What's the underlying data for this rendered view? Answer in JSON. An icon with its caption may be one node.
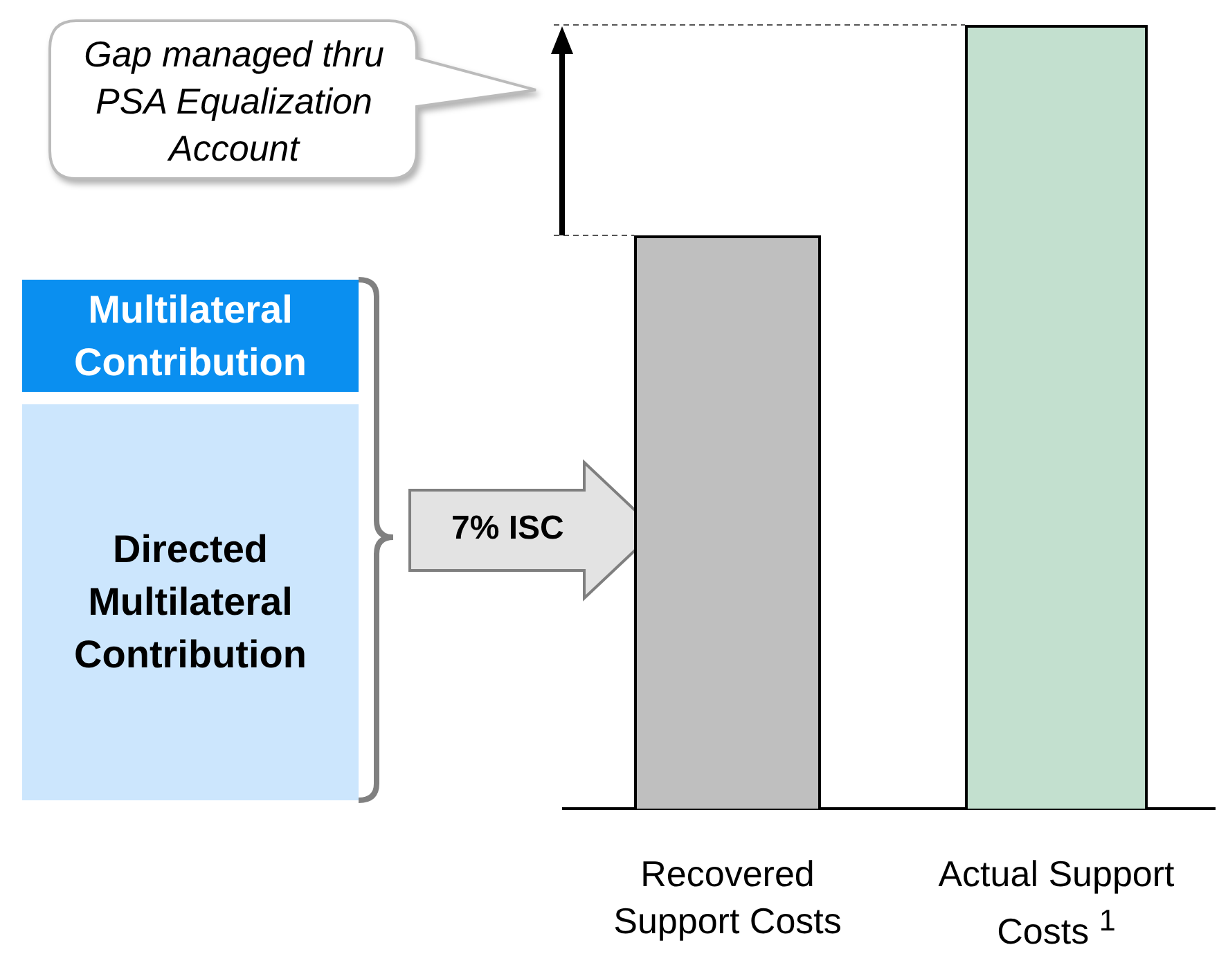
{
  "diagram": {
    "nodes": [
      {
        "text": [
          "Gap managed thru PSA Equalization Account"
        ]
      },
      {
        "text": [
          "Multilateral Contribution"
        ]
      },
      {
        "text": [
          "Directed Multilateral Contribution"
        ]
      },
      {
        "text": [
          "Recovered Support Costs"
        ]
      },
      {
        "text": [
          "Actual Support Costs $^{1}$"
        ]
      }
    ],
    "edges": [
      {
        "from": 2,
        "to": 3,
        "arrow": "to",
        "label": "7% ISC"
      }
    ]
  }
}
